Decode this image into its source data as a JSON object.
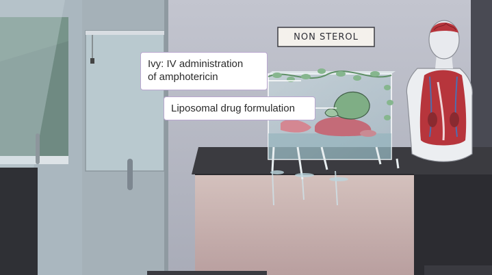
{
  "sign": {
    "label": "NON STEROL"
  },
  "callouts": {
    "ivy": {
      "line1": "Ivy: IV administration",
      "line2": "of amphotericin"
    },
    "liposomal": {
      "text": "Liposomal drug formulation"
    }
  },
  "colors": {
    "wall": "#b8bbc6",
    "counter_top": "#3b3b40",
    "counter_front": "#cdb8b4",
    "glass": "#a9c6cf",
    "callout_border": "#b9a6cf",
    "ivy_green": "#7fae85",
    "organ_red": "#b7353c"
  }
}
